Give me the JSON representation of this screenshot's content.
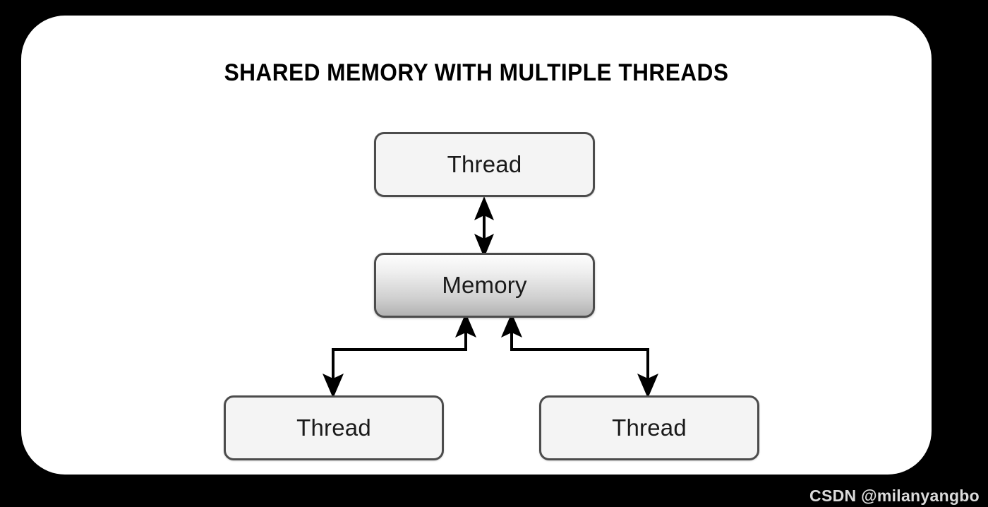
{
  "canvas": {
    "background_color": "#000000",
    "card_color": "#ffffff"
  },
  "diagram": {
    "title": "SHARED MEMORY WITH MULTIPLE THREADS",
    "type": "block-diagram",
    "nodes": [
      {
        "id": "thread-top",
        "label": "Thread",
        "role": "thread",
        "fill": "#f4f4f4",
        "border": "#4c4c4c"
      },
      {
        "id": "memory",
        "label": "Memory",
        "role": "shared-memory",
        "fill_top": "#fdfdfd",
        "fill_bottom": "#b2b2b2",
        "border": "#4c4c4c"
      },
      {
        "id": "thread-left",
        "label": "Thread",
        "role": "thread",
        "fill": "#f4f4f4",
        "border": "#4c4c4c"
      },
      {
        "id": "thread-right",
        "label": "Thread",
        "role": "thread",
        "fill": "#f4f4f4",
        "border": "#4c4c4c"
      }
    ],
    "connectors": [
      {
        "id": "thread-top--memory",
        "from": "thread-top",
        "to": "memory",
        "style": "straight",
        "arrows": "both"
      },
      {
        "id": "memory--thread-left",
        "from": "memory",
        "to": "thread-left",
        "style": "elbow",
        "arrows": "both"
      },
      {
        "id": "memory--thread-right",
        "from": "memory",
        "to": "thread-right",
        "style": "elbow",
        "arrows": "both"
      }
    ],
    "connector_color": "#000000"
  },
  "watermark": {
    "text": "CSDN @milanyangbo"
  }
}
